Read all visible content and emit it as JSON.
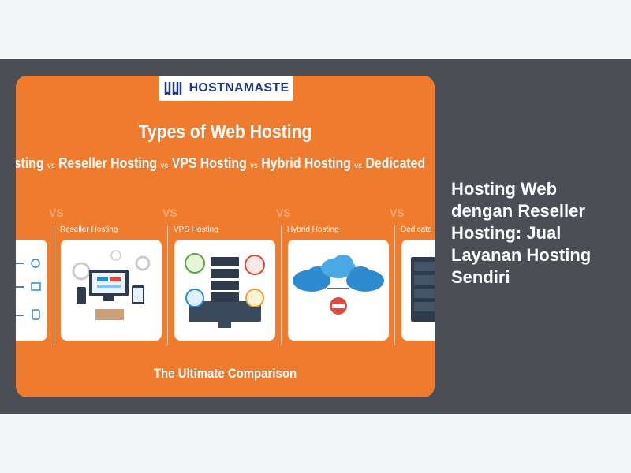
{
  "logo": {
    "name": "HOSTNAMASTE",
    "icon": "hostnamaste-logo-icon"
  },
  "infographic": {
    "heading": "Types of Web Hosting",
    "types_row": [
      {
        "text": "osting"
      },
      {
        "text": "Reseller Hosting"
      },
      {
        "text": "VPS Hosting"
      },
      {
        "text": "Hybrid Hosting"
      },
      {
        "text": "Dedicated"
      }
    ],
    "vs": "vs",
    "vs_caps": "VS",
    "panels": [
      {
        "title": "Reseller Hosting"
      },
      {
        "title": "VPS Hosting"
      },
      {
        "title": "Hybrid Hosting"
      },
      {
        "title": "Dedicate"
      }
    ],
    "footer": "The Ultimate Comparison"
  },
  "article": {
    "title": "Hosting Web dengan Reseller Hosting: Jual Layanan Hosting Sendiri"
  },
  "colors": {
    "band": "#4b4f55",
    "card": "#ef7b2f",
    "page": "#f4f5f6"
  }
}
